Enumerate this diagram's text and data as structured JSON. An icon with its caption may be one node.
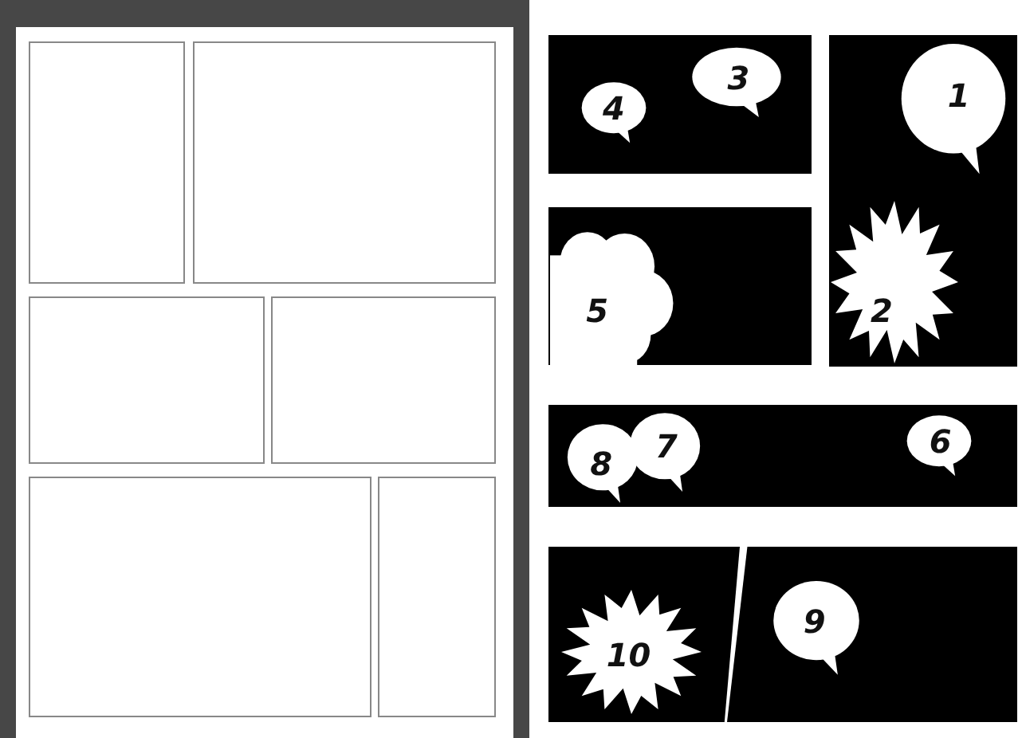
{
  "diagram": {
    "nodes": [
      {
        "text": [],
        "shape": "box"
      },
      {
        "text": [],
        "shape": "box"
      },
      {
        "text": [],
        "shape": "box"
      },
      {
        "text": [],
        "shape": "box"
      },
      {
        "text": [],
        "shape": "box"
      },
      {
        "text": [],
        "shape": "box"
      },
      {
        "text": [],
        "shape": "box"
      },
      {
        "text": [
          "4"
        ],
        "in": 6
      },
      {
        "text": [
          "3"
        ],
        "in": 6
      },
      {
        "text": [],
        "shape": "box"
      },
      {
        "text": [
          "1"
        ],
        "in": 9
      },
      {
        "text": [
          "2"
        ],
        "in": 9
      },
      {
        "text": [],
        "shape": "box"
      },
      {
        "text": [
          "5"
        ],
        "in": 12
      },
      {
        "text": [],
        "shape": "box"
      },
      {
        "text": [
          "8"
        ],
        "in": 14
      },
      {
        "text": [
          "7"
        ],
        "in": 14
      },
      {
        "text": [
          "6"
        ],
        "in": 14
      },
      {
        "text": [],
        "shape": "box"
      },
      {
        "text": [
          "10"
        ],
        "in": 18
      },
      {
        "text": [],
        "shape": "box"
      },
      {
        "text": [
          "9"
        ],
        "in": 20
      }
    ]
  }
}
